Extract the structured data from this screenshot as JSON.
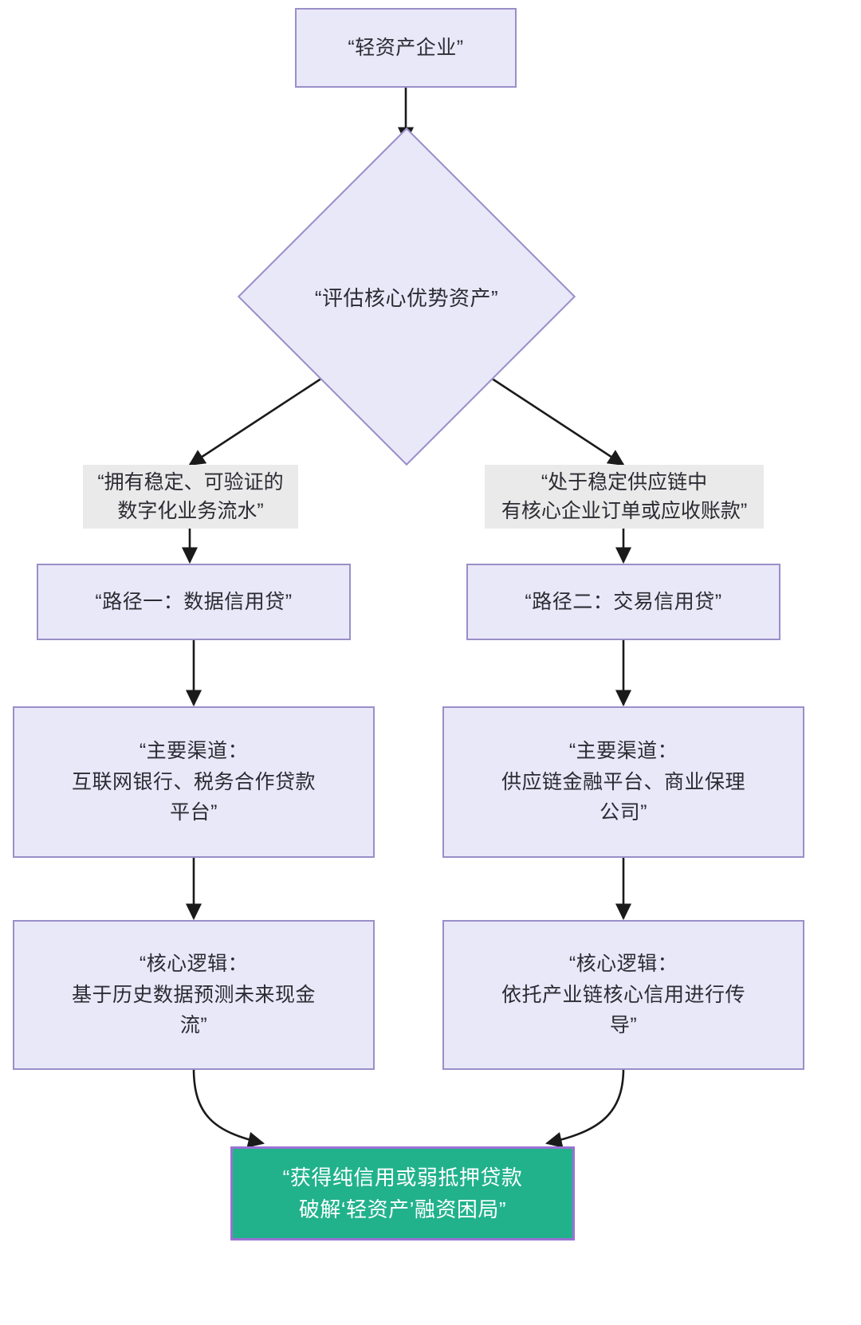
{
  "diagram": {
    "type": "flowchart",
    "direction": "top-down",
    "colors": {
      "node_fill": "#e9e8f9",
      "node_border": "#9a8fc8",
      "terminal_fill": "#21b28c",
      "terminal_border": "#9a72d4",
      "terminal_text": "#ffffff",
      "edge_label_fill": "#eaeaea",
      "edge_stroke": "#1a1a1a",
      "text": "#2b2b33",
      "background": "#ffffff"
    },
    "nodes": {
      "start": {
        "id": "start",
        "shape": "rectangle",
        "label": "“轻资产企业”"
      },
      "decision": {
        "id": "decision",
        "shape": "diamond",
        "label": "“评估核心优势资产”"
      },
      "path1": {
        "id": "path1",
        "shape": "rectangle",
        "label": "“路径一：数据信用贷”"
      },
      "path2": {
        "id": "path2",
        "shape": "rectangle",
        "label": "“路径二：交易信用贷”"
      },
      "channel1": {
        "id": "channel1",
        "shape": "rectangle",
        "label": "“主要渠道：\n互联网银行、税务合作贷款\n平台”"
      },
      "channel2": {
        "id": "channel2",
        "shape": "rectangle",
        "label": "“主要渠道：\n供应链金融平台、商业保理\n公司”"
      },
      "logic1": {
        "id": "logic1",
        "shape": "rectangle",
        "label": "“核心逻辑：\n基于历史数据预测未来现金\n流”"
      },
      "logic2": {
        "id": "logic2",
        "shape": "rectangle",
        "label": "“核心逻辑：\n依托产业链核心信用进行传\n导”"
      },
      "result": {
        "id": "result",
        "shape": "rectangle",
        "label": "“获得纯信用或弱抵押贷款\n破解‘轻资产’融资困局”"
      }
    },
    "edge_labels": {
      "left_branch": "“拥有稳定、可验证的\n数字化业务流水”",
      "right_branch": "“处于稳定供应链中\n有核心企业订单或应收账款”"
    },
    "edges": [
      {
        "from": "start",
        "to": "decision",
        "label": ""
      },
      {
        "from": "decision",
        "to": "path1",
        "label": "“拥有稳定、可验证的\n数字化业务流水”"
      },
      {
        "from": "decision",
        "to": "path2",
        "label": "“处于稳定供应链中\n有核心企业订单或应收账款”"
      },
      {
        "from": "path1",
        "to": "channel1",
        "label": ""
      },
      {
        "from": "path2",
        "to": "channel2",
        "label": ""
      },
      {
        "from": "channel1",
        "to": "logic1",
        "label": ""
      },
      {
        "from": "channel2",
        "to": "logic2",
        "label": ""
      },
      {
        "from": "logic1",
        "to": "result",
        "label": ""
      },
      {
        "from": "logic2",
        "to": "result",
        "label": ""
      }
    ]
  }
}
